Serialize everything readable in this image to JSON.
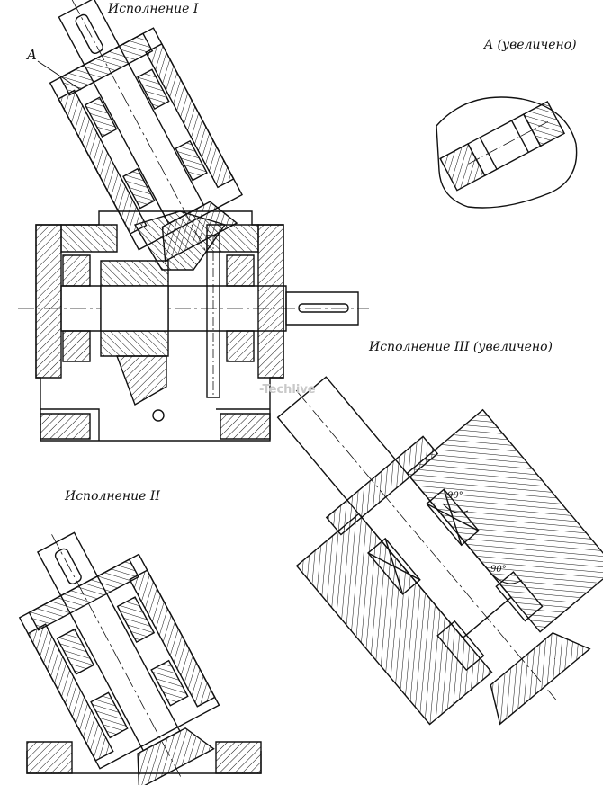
{
  "labels": {
    "version_1": "Исполнение I",
    "detail_a": "A (увеличено)",
    "version_3": "Исполнение III (увеличено)",
    "version_2": "Исполнение II",
    "leader_a": "A",
    "angle_1": "90°",
    "angle_2": "90°"
  },
  "watermark": "-Techlive",
  "colors": {
    "ink": "#111111",
    "paper": "#ffffff"
  }
}
